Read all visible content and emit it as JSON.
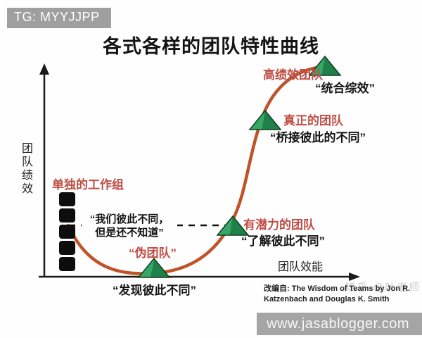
{
  "badges": {
    "top_left": "TG: MYYJJPP",
    "bottom_right": "www.jasablogger.com"
  },
  "attribution": {
    "line1": "改编自: The Wisdom of Teams by Jon R.",
    "line2": "Katzenbach and Douglas K. Smith"
  },
  "watermark": {
    "text": "知乎 @叶老师"
  },
  "colors": {
    "curve": "#c05327",
    "stage_label_red": "#bf4e45",
    "triangle_fill_light": "#35a866",
    "triangle_fill_dark": "#1f8049",
    "triangle_stroke": "#0f3d22",
    "axis": "#1a1a1a",
    "badge_bg": "#9f9f9f",
    "marker_square": "#0d0d0d"
  },
  "chart_data": {
    "type": "line",
    "title": "各式各样的团队特性曲线",
    "xlabel": "团队效能",
    "ylabel": "团队绩效",
    "axis_numeric": false,
    "grid": false,
    "legend": "none",
    "curve_shape": "S形曲线：从工作组水平先下滑至伪团队低谷，再陡升经有潜力的团队、真正的团队到高绩效团队",
    "points": [
      {
        "label": "单独的工作组",
        "quote": "“我们彼此不同，\n但是还不知道”",
        "marker": "five-black-squares",
        "x": 0.08,
        "y": 0.25
      },
      {
        "label": "“伪团队”",
        "quote": "“发现彼此不同”",
        "marker": "green-pyramid",
        "x": 0.36,
        "y": 0.02
      },
      {
        "label": "有潜力的团队",
        "quote": "“了解彼此不同”",
        "marker": "green-pyramid",
        "x": 0.61,
        "y": 0.22
      },
      {
        "label": "真正的团队",
        "quote": "“桥接彼此的不同”",
        "marker": "green-pyramid",
        "x": 0.72,
        "y": 0.72
      },
      {
        "label": "高绩效团队",
        "quote": "“统合综效”",
        "marker": "green-pyramid",
        "x": 0.91,
        "y": 0.98
      }
    ],
    "dashed_line": {
      "description": "从单独的工作组绩效水平到有潜力的团队的水平虚线",
      "y": 0.25
    }
  }
}
